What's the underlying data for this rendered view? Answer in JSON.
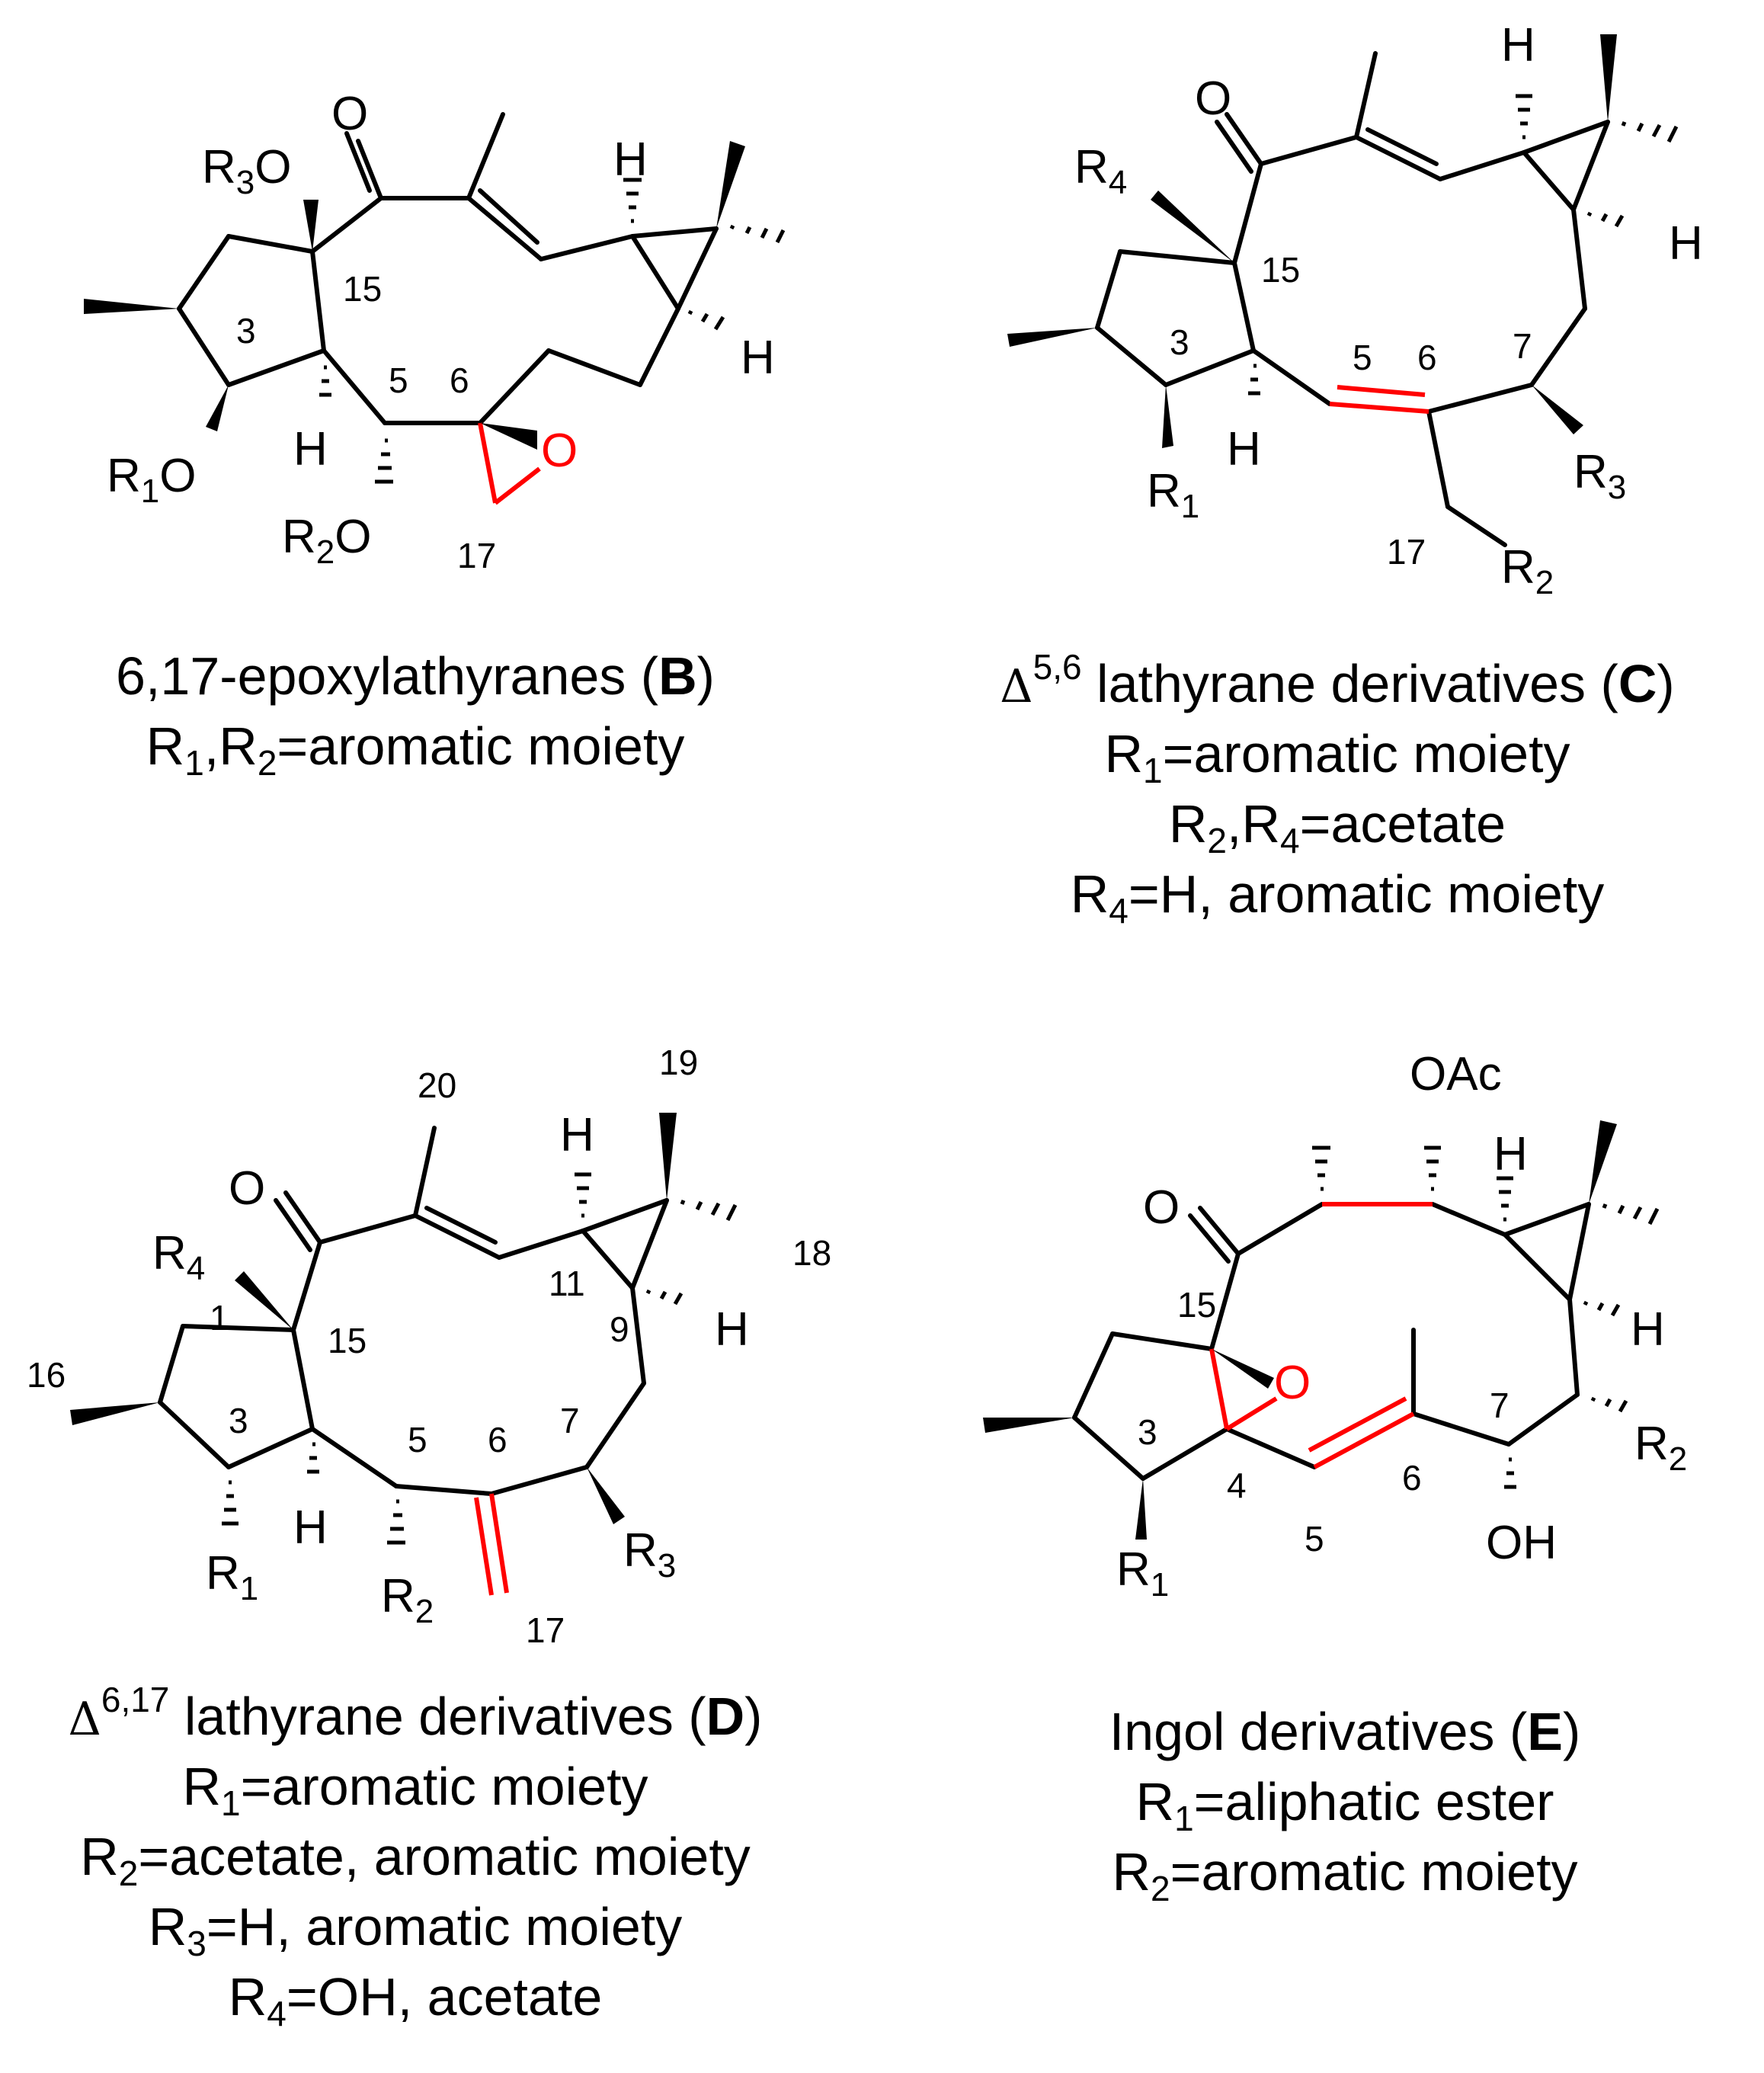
{
  "colors": {
    "bond": "#000000",
    "highlight": "#ff0000"
  },
  "panels": [
    {
      "id": "B",
      "title": {
        "prefix": "",
        "superscript": "",
        "text": "6,17-epoxylathyranes (",
        "bold": "B",
        "suffix": ")"
      },
      "substituent_lines": [
        [
          {
            "t": "R"
          },
          {
            "s": "1"
          },
          {
            "t": ",R"
          },
          {
            "s": "2"
          },
          {
            "t": "=aromatic moiety"
          }
        ]
      ],
      "atom_labels": {
        "o_ketone": "O",
        "r3": "R",
        "r3_sub": "3",
        "r3_o": "O",
        "n15": "15",
        "n3": "3",
        "n5": "5",
        "n6": "6",
        "n17": "17",
        "r1": "R",
        "r1_sub": "1",
        "r1_o": "O",
        "h_a": "H",
        "r2": "R",
        "r2_sub": "2",
        "r2_o": "O",
        "o_epoxide": "O",
        "h_top": "H",
        "h_right": "H"
      }
    },
    {
      "id": "C",
      "title": {
        "prefix": "Δ",
        "superscript": "5,6",
        "text": " lathyrane derivatives (",
        "bold": "C",
        "suffix": ")"
      },
      "substituent_lines": [
        [
          {
            "t": "R"
          },
          {
            "s": "1"
          },
          {
            "t": "=aromatic moiety"
          }
        ],
        [
          {
            "t": "R"
          },
          {
            "s": "2"
          },
          {
            "t": ",R"
          },
          {
            "s": "4"
          },
          {
            "t": "=acetate"
          }
        ],
        [
          {
            "t": "R"
          },
          {
            "s": "4"
          },
          {
            "t": "=H, aromatic moiety"
          }
        ]
      ],
      "atom_labels": {
        "o_ketone": "O",
        "r4": "R",
        "r4_sub": "4",
        "n15": "15",
        "n3": "3",
        "n5": "5",
        "n6": "6",
        "n7": "7",
        "n17": "17",
        "h_a": "H",
        "r1": "R",
        "r1_sub": "1",
        "r3": "R",
        "r3_sub": "3",
        "r2": "R",
        "r2_sub": "2",
        "h_top": "H",
        "h_right": "H"
      }
    },
    {
      "id": "D",
      "title": {
        "prefix": "Δ",
        "superscript": "6,17",
        "text": " lathyrane derivatives (",
        "bold": "D",
        "suffix": ")"
      },
      "substituent_lines": [
        [
          {
            "t": "R"
          },
          {
            "s": "1"
          },
          {
            "t": "=aromatic moiety"
          }
        ],
        [
          {
            "t": "R"
          },
          {
            "s": "2"
          },
          {
            "t": "=acetate, aromatic moiety"
          }
        ],
        [
          {
            "t": "R"
          },
          {
            "s": "3"
          },
          {
            "t": "=H, aromatic moiety"
          }
        ],
        [
          {
            "t": "R"
          },
          {
            "s": "4"
          },
          {
            "t": "=OH, acetate"
          }
        ]
      ],
      "atom_labels": {
        "n20": "20",
        "n19": "19",
        "n18": "18",
        "o_ketone": "O",
        "r4": "R",
        "r4_sub": "4",
        "n15": "15",
        "n1": "1",
        "n16": "16",
        "n3": "3",
        "n5": "5",
        "n6": "6",
        "n7": "7",
        "n9": "9",
        "n11": "11",
        "n17": "17",
        "h_a": "H",
        "r1": "R",
        "r1_sub": "1",
        "r2": "R",
        "r2_sub": "2",
        "r3": "R",
        "r3_sub": "3",
        "h_top": "H",
        "h_right": "H"
      }
    },
    {
      "id": "E",
      "title": {
        "prefix": "",
        "superscript": "",
        "text": "Ingol derivatives (",
        "bold": "E",
        "suffix": ")"
      },
      "substituent_lines": [
        [
          {
            "t": "R"
          },
          {
            "s": "1"
          },
          {
            "t": "=aliphatic ester"
          }
        ],
        [
          {
            "t": "R"
          },
          {
            "s": "2"
          },
          {
            "t": "=aromatic moiety"
          }
        ]
      ],
      "atom_labels": {
        "oac": "OAc",
        "o_ketone": "O",
        "n15": "15",
        "o_epoxide": "O",
        "n3": "3",
        "n4": "4",
        "n5": "5",
        "n6": "6",
        "n7": "7",
        "r1": "R",
        "r1_sub": "1",
        "oh": "OH",
        "r2": "R",
        "r2_sub": "2",
        "h_top": "H",
        "h_right": "H"
      }
    }
  ]
}
